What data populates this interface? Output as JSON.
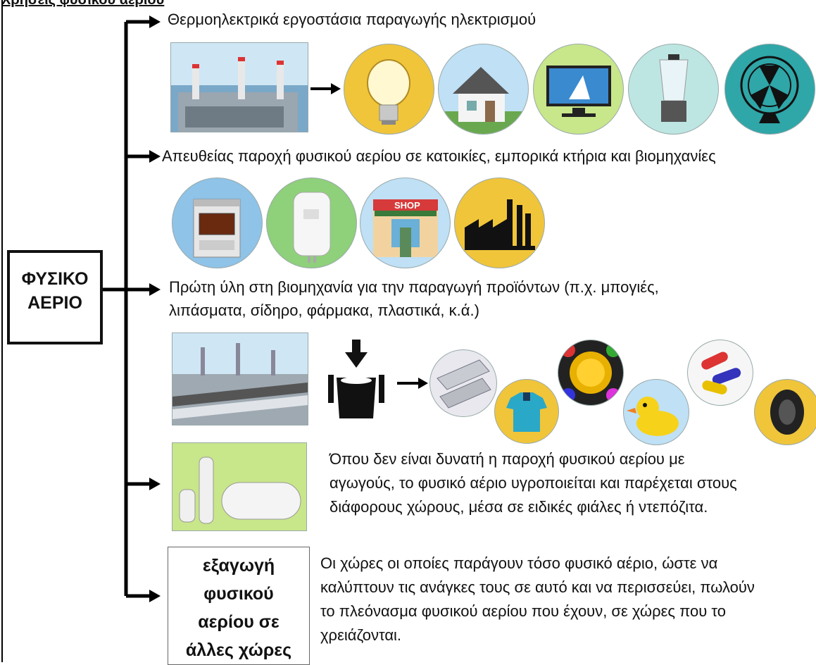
{
  "header_text": "Χρήσεις φυσικού αερίου",
  "center_box": {
    "line1": "ΦΥΣΙΚΟ",
    "line2": "ΑΕΡΙΟ"
  },
  "branches": [
    {
      "label": "Θερμοηλεκτρικά εργοστάσια παραγωγής ηλεκτρισμού",
      "icons": [
        "power-plant",
        "light-bulb",
        "house",
        "television",
        "blender",
        "fan"
      ]
    },
    {
      "label": "Απευθείας παροχή φυσικού αερίου σε κατοικίες, εμπορικά κτήρια και βιομηχανίες",
      "icons": [
        "gas-stove",
        "water-heater",
        "shop",
        "factory"
      ],
      "shop_sign": "SHOP"
    },
    {
      "label_line1": "Πρώτη ύλη στη βιομηχανία για την παραγωγή προϊόντων (π.χ. μπογιές,",
      "label_line2": "λιπάσματα, σίδηρο, φάρμακα, πλαστικά, κ.ά.)",
      "icons": [
        "pipeline",
        "crucible",
        "metal-pipes",
        "shirt",
        "paint",
        "rubber-duck",
        "capsules",
        "tire"
      ]
    },
    {
      "text_lines": [
        "Όπου δεν είναι δυνατή η παροχή φυσικού αερίου με",
        "αγωγούς, το φυσικό αέριο υγροποιείται και παρέχεται στους",
        "διάφορους χώρους, μέσα σε ειδικές φιάλες ή ντεπόζιτα."
      ],
      "icons": [
        "gas-cylinders"
      ]
    },
    {
      "box_lines": [
        "εξαγωγή",
        "φυσικού",
        "αερίου σε",
        "άλλες χώρες"
      ],
      "text_lines": [
        "Οι χώρες οι οποίες παράγουν τόσο φυσικό αέριο, ώστε να",
        "καλύπτουν τις ανάγκες τους σε αυτό και να περισσεύει, πωλούν",
        "το πλεόνασμα φυσικού αερίου που έχουν, σε χώρες που το",
        "χρειάζονται."
      ]
    }
  ],
  "colors": {
    "line": "#000000",
    "sky": "#cfe6f5",
    "yellow": "#f0c53a",
    "green": "#c8e68a",
    "teal": "#2fa6a8"
  }
}
